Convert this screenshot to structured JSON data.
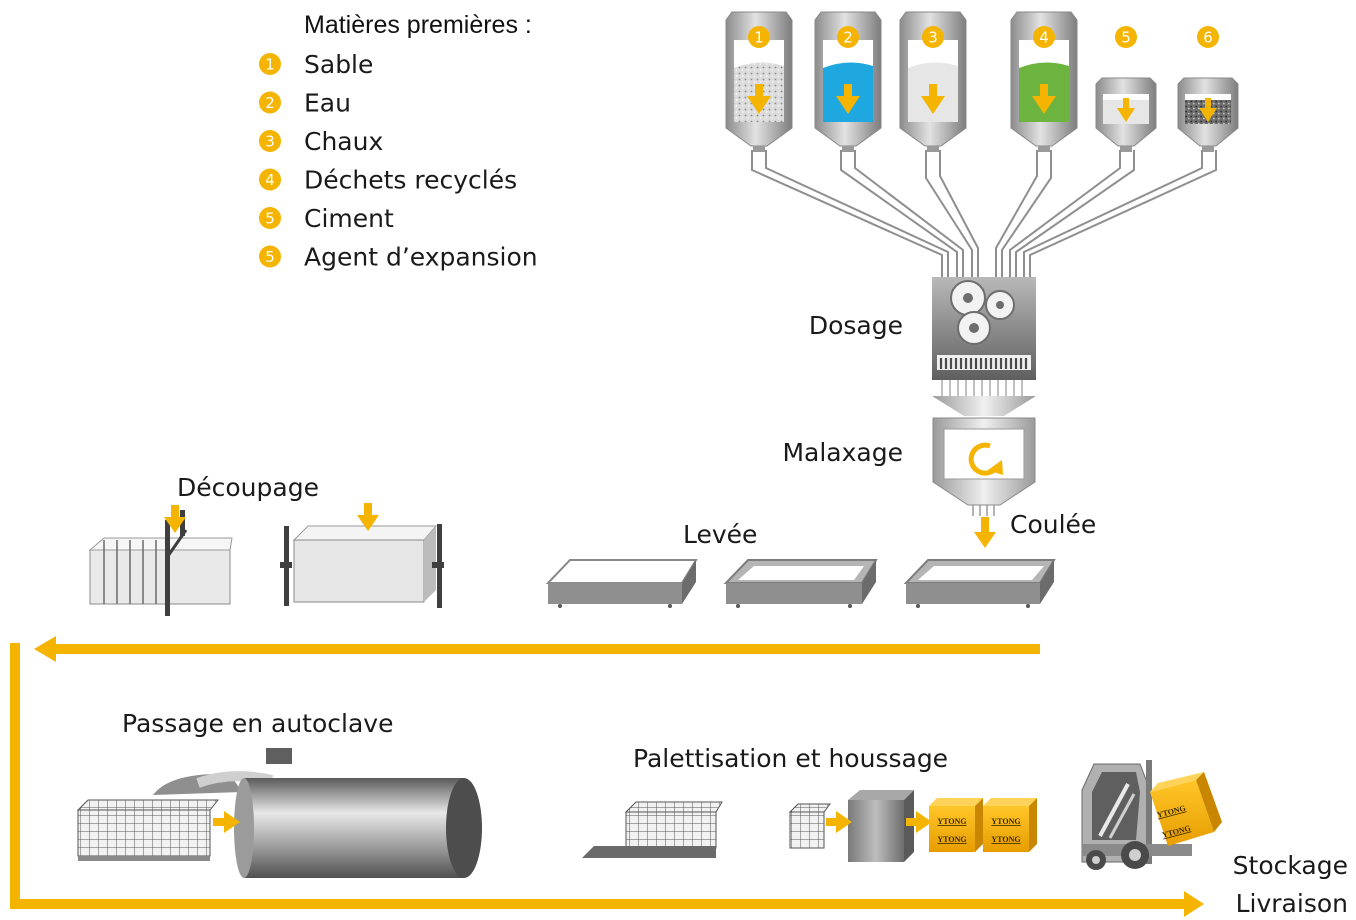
{
  "legend": {
    "title": "Matières premières :",
    "items": [
      {
        "number": "1",
        "label": "Sable"
      },
      {
        "number": "2",
        "label": "Eau"
      },
      {
        "number": "3",
        "label": "Chaux"
      },
      {
        "number": "4",
        "label": "Déchets recyclés"
      },
      {
        "number": "5",
        "label": "Ciment"
      },
      {
        "number": "5",
        "label": "Agent d’expansion"
      }
    ]
  },
  "silos": [
    {
      "number": "1",
      "fill_color": "#e9e9e9",
      "speckled": true
    },
    {
      "number": "2",
      "fill_color": "#1fa8e0",
      "speckled": false
    },
    {
      "number": "3",
      "fill_color": "#e6e6e6",
      "speckled": false
    },
    {
      "number": "4",
      "fill_color": "#6cb33f",
      "speckled": false
    },
    {
      "number": "5",
      "fill_color": "#e6e6e6",
      "speckled": false
    },
    {
      "number": "6",
      "fill_color": "#8a8a8a",
      "speckled": true
    }
  ],
  "steps": {
    "dosage": "Dosage",
    "malaxage": "Malaxage",
    "coulee": "Coulée",
    "levee": "Levée",
    "decoupage": "Découpage",
    "autoclave": "Passage en autoclave",
    "palettisation": "Palettisation et houssage",
    "stockage": "Stockage",
    "livraison": "Livraison"
  },
  "product_brand": "YTONG",
  "colors": {
    "accent": "#f5b400",
    "steel": "#9a9a9a",
    "text": "#1a1a1a"
  }
}
